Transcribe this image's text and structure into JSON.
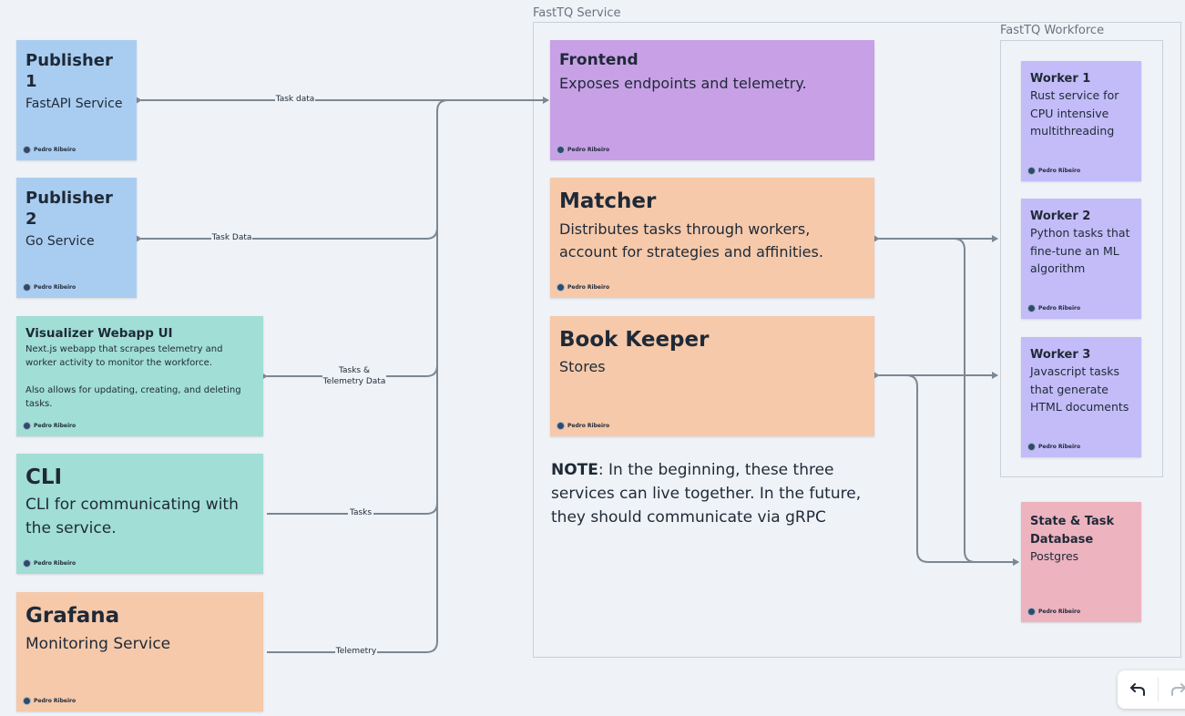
{
  "frames": {
    "service_label": "FastTQ Service",
    "workforce_label": "FastTQ Workforce"
  },
  "author": "Pedro Ribeiro",
  "stickies": {
    "publisher1": {
      "title": "Publisher 1",
      "body": "FastAPI Service"
    },
    "publisher2": {
      "title": "Publisher 2",
      "body": "Go Service"
    },
    "visualizer": {
      "title": "Visualizer Webapp UI",
      "body": "Next.js webapp that scrapes telemetry and worker activity to monitor the workforce.\n\nAlso allows for updating, creating, and deleting tasks."
    },
    "cli": {
      "title": "CLI",
      "body": "CLI for communicating with the service."
    },
    "grafana": {
      "title": "Grafana",
      "body": "Monitoring Service"
    },
    "frontend": {
      "title": "Frontend",
      "body": "Exposes endpoints and telemetry."
    },
    "matcher": {
      "title": "Matcher",
      "body": "Distributes tasks through workers, account for strategies and affinities."
    },
    "bookkeeper": {
      "title": "Book Keeper",
      "body": "Stores"
    },
    "worker1": {
      "title": "Worker 1",
      "body": "Rust service for CPU intensive multithreading"
    },
    "worker2": {
      "title": "Worker 2",
      "body": "Python tasks that fine-tune an ML algorithm"
    },
    "worker3": {
      "title": "Worker 3",
      "body": "Javascript tasks that generate HTML documents"
    },
    "database": {
      "title": "State & Task Database",
      "body": "Postgres"
    }
  },
  "connectors": {
    "task_data_1": "Task data",
    "task_data_2": "Task Data",
    "tasks_telemetry_line1": "Tasks &",
    "tasks_telemetry_line2": "Telemetry Data",
    "tasks": "Tasks",
    "telemetry": "Telemetry"
  },
  "note": {
    "prefix": "NOTE",
    "text": ": In the beginning, these three services can live together. In the future, they should communicate via gRPC"
  },
  "colors": {
    "blue": "#a9cdf0",
    "teal": "#a0ded6",
    "peach": "#f5c9aa",
    "purple": "#c7a0e6",
    "lavender": "#c3bcf8",
    "pink": "#edb3bf",
    "connector": "#7b8794"
  },
  "toolbar": {
    "undo_icon": "undo-icon",
    "redo_icon": "redo-icon"
  }
}
